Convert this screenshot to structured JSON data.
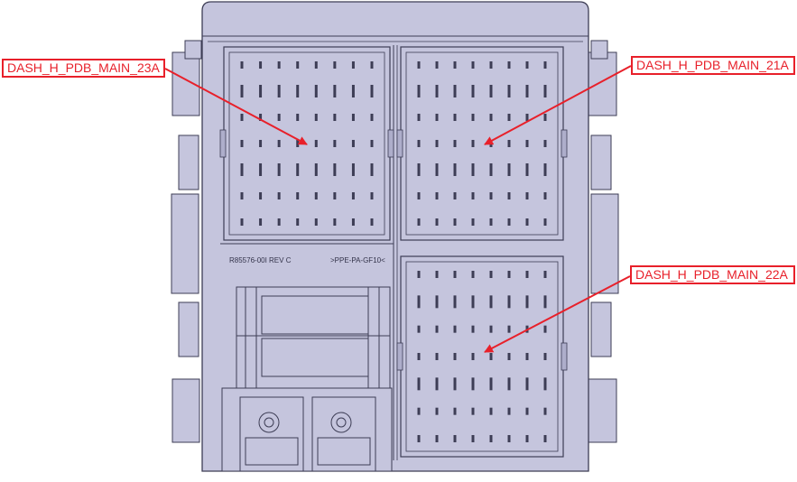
{
  "diagram": {
    "colors": {
      "housing": "#c5c5dd",
      "housing_dark": "#aeaecb",
      "line": "#3d3d55",
      "accent": "#e8202a"
    },
    "callouts": [
      {
        "id": "c23",
        "label": "DASH_H_PDB_MAIN_23A"
      },
      {
        "id": "c21",
        "label": "DASH_H_PDB_MAIN_21A"
      },
      {
        "id": "c22",
        "label": "DASH_H_PDB_MAIN_22A"
      }
    ],
    "engraving": {
      "part_number": "R85576-00I  REV  C",
      "material": ">PPE-PA-GF10<"
    }
  }
}
